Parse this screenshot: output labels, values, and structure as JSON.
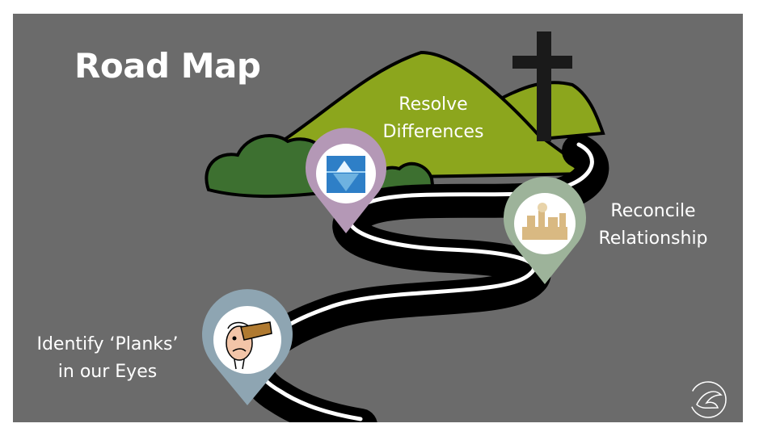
{
  "slide": {
    "title": "Road Map",
    "background": "#6b6b6b"
  },
  "stops": [
    {
      "line1": "Resolve",
      "line2": "Differences",
      "pin_color": "#b498b6",
      "icon": "iceberg-icon"
    },
    {
      "line1": "Reconcile",
      "line2": "Relationship",
      "pin_color": "#9db39a",
      "icon": "city-skyline-icon"
    },
    {
      "line1": "Identify ‘Planks’",
      "line2": "in our Eyes",
      "pin_color": "#8ea5b2",
      "icon": "plank-in-eye-icon"
    }
  ],
  "colors": {
    "hill_green": "#8ca61d",
    "bush_green": "#3d7030",
    "road": "#000000",
    "road_line": "#ffffff",
    "cross": "#1a1a1a"
  },
  "decor": {
    "cross_icon": "cross-icon",
    "logo_icon": "dove-logo-icon"
  }
}
